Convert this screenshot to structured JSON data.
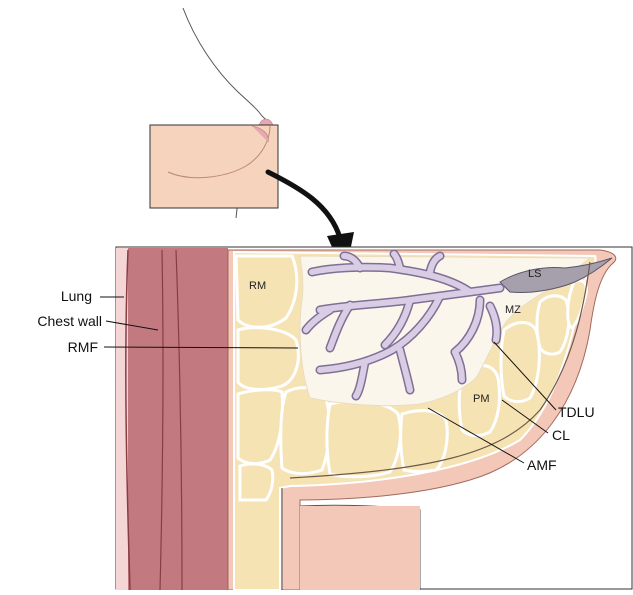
{
  "labels": {
    "lung": "Lung",
    "chest_wall": "Chest wall",
    "rmf": "RMF",
    "tdlu": "TDLU",
    "cl": "CL",
    "amf": "AMF"
  },
  "inner_labels": {
    "rm": "RM",
    "ls": "LS",
    "mz": "MZ",
    "pm": "PM"
  },
  "colors": {
    "chest_wall": "#c27a80",
    "chest_wall_dark": "#8a3c44",
    "lung": "#f4d6d6",
    "fat": "#f6e3b4",
    "fat_outline": "#ffffff",
    "glandular": "#d8cde4",
    "glandular_outline": "#7f6f96",
    "stroma": "#fbf6ec",
    "skin": "#f3c8b8",
    "inset_skin": "#f6d3bd",
    "nipple": "#e6a9b2"
  },
  "icons": {
    "pointer": "curved-arrow-icon"
  }
}
